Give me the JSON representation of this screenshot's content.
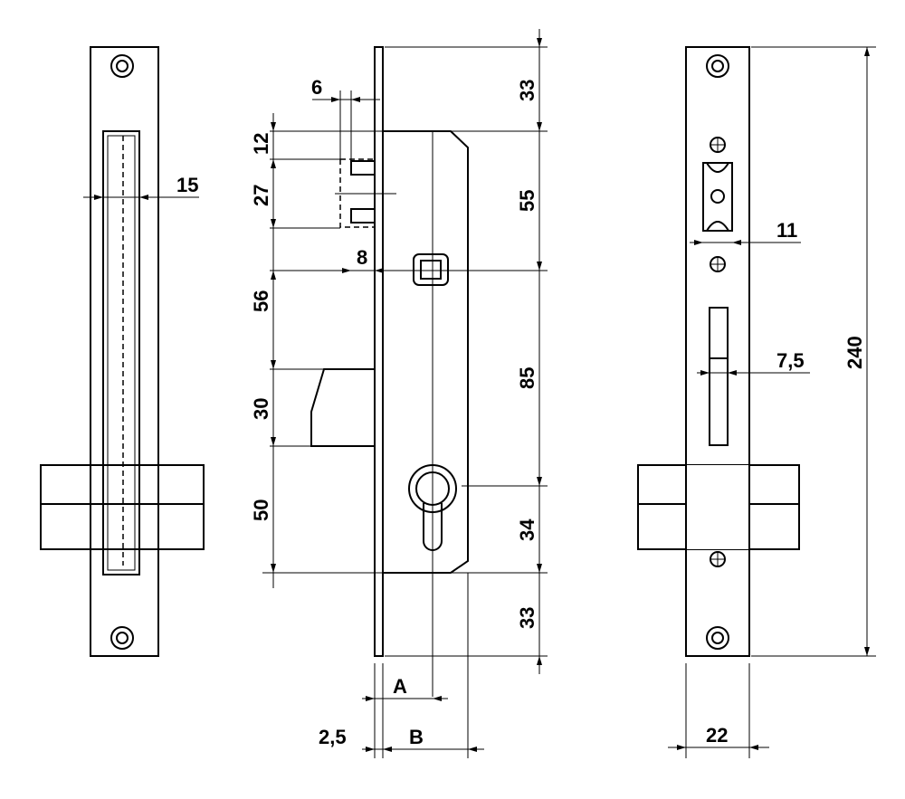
{
  "dimensions": {
    "left_view": {
      "faceplate_width": "15"
    },
    "side_view": {
      "top_margin": "33",
      "latch_offset": "6",
      "upper_gap": "12",
      "latch_span": "27",
      "to_spindle": "55",
      "spindle_offset": "8",
      "spindle_to_bolt": "56",
      "bolt_height": "30",
      "spindle_to_cylinder": "85",
      "cylinder_to_bottom": "50",
      "cylinder_section": "34",
      "bottom_margin": "33",
      "backset_a": "A",
      "plate_thickness": "2,5",
      "backset_b": "B"
    },
    "right_view": {
      "latch_width": "11",
      "bolt_width": "7,5",
      "total_height": "240",
      "plate_width": "22"
    }
  }
}
